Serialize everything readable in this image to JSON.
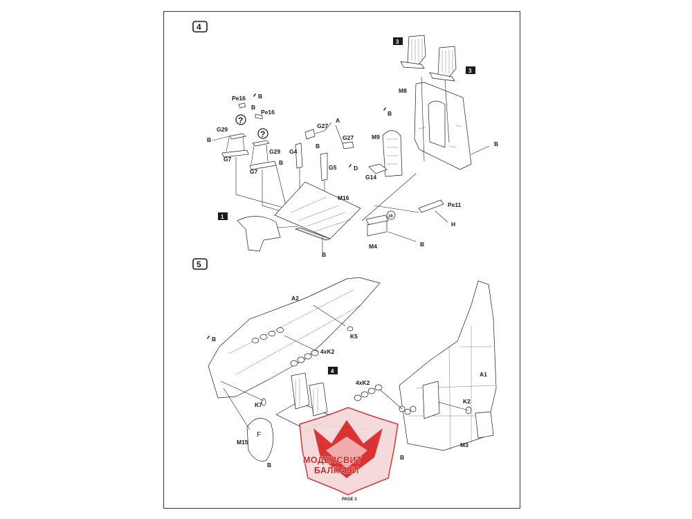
{
  "steps": {
    "s4": "4",
    "s5": "5",
    "ref_1": "1",
    "ref_3a": "3",
    "ref_3b": "3",
    "ref_4": "4"
  },
  "step4_labels": {
    "pe16_a": "Pe16",
    "pe16_b": "Pe16",
    "b1": "B",
    "b2": "B",
    "b3": "B",
    "b4": "B",
    "b5": "B",
    "b6": "B",
    "b7": "B",
    "b8": "B",
    "b9": "B",
    "g29_a": "G29",
    "g29_b": "G29",
    "g7_a": "G7",
    "g7_b": "G7",
    "g27_a": "G27",
    "g27_b": "G27",
    "a": "A",
    "g4": "G4",
    "g5": "G5",
    "m8": "M8",
    "m9": "M9",
    "g14": "G14",
    "d": "D",
    "m16": "M16",
    "pe11": "Pe11",
    "h": "H",
    "m4": "M4",
    "circ16": "16",
    "q1": "?",
    "q2": "?"
  },
  "step5_labels": {
    "a2": "A2",
    "k5": "K5",
    "b_left": "B",
    "k2_left": "4xK2",
    "k2_mid": "4xK2",
    "a1": "A1",
    "k7": "K7",
    "k2_right": "K2",
    "m15": "M15",
    "m3": "M3",
    "b_m15": "B",
    "b_center": "B",
    "f_mark": "F"
  },
  "watermark": {
    "line1": "МОДЕЛСВИТ",
    "line2": "БАЛКАНИ",
    "color": "#d82121"
  },
  "footer": {
    "page": "PAGE 3"
  }
}
